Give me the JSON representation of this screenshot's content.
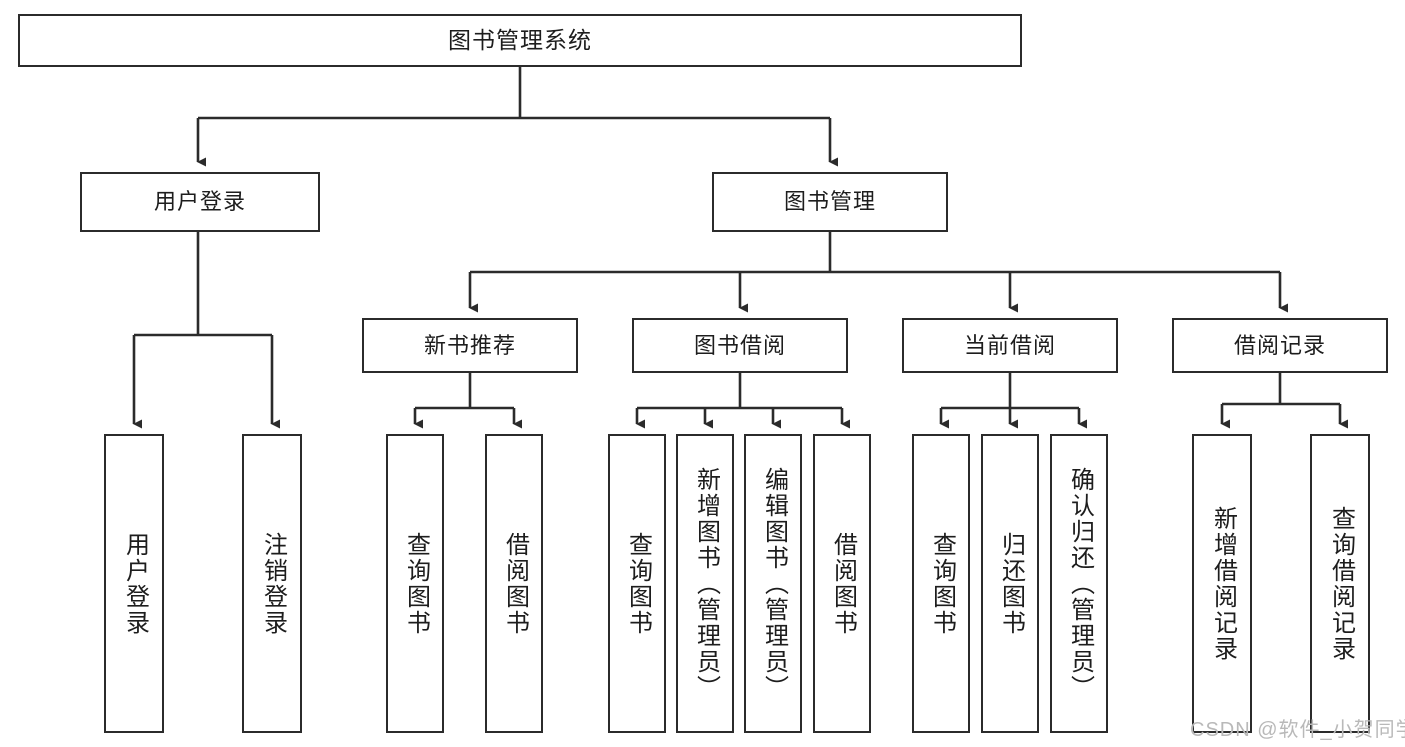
{
  "diagram": {
    "title": "图书管理系统",
    "type": "tree-hierarchy-diagram",
    "colors": {
      "box_border": "#2b2b2b",
      "box_fill": "#ffffff",
      "edge": "#2b2b2b",
      "text": "#1d1d1d",
      "watermark": "#b9b9b9",
      "background": "#ffffff"
    },
    "nodes": {
      "root": {
        "label": "图书管理系统"
      },
      "level2": [
        {
          "id": "user-login",
          "label": "用户登录"
        },
        {
          "id": "book-management",
          "label": "图书管理"
        }
      ],
      "level3": [
        {
          "id": "new-book-recommend",
          "label": "新书推荐"
        },
        {
          "id": "book-borrow",
          "label": "图书借阅"
        },
        {
          "id": "current-borrow",
          "label": "当前借阅"
        },
        {
          "id": "borrow-record",
          "label": "借阅记录"
        }
      ],
      "leaves": [
        {
          "id": "leaf-user-login",
          "label": "用户登录",
          "parent": "user-login"
        },
        {
          "id": "leaf-logout-login",
          "label": "注销登录",
          "parent": "user-login"
        },
        {
          "id": "leaf-query-book-1",
          "label": "查询图书",
          "parent": "new-book-recommend"
        },
        {
          "id": "leaf-borrow-book-1",
          "label": "借阅图书",
          "parent": "new-book-recommend"
        },
        {
          "id": "leaf-query-book-2",
          "label": "查询图书",
          "parent": "book-borrow"
        },
        {
          "id": "leaf-add-book",
          "label": "新增图书（管理员）",
          "parent": "book-borrow"
        },
        {
          "id": "leaf-edit-book",
          "label": "编辑图书（管理员）",
          "parent": "book-borrow"
        },
        {
          "id": "leaf-borrow-book-2",
          "label": "借阅图书",
          "parent": "book-borrow"
        },
        {
          "id": "leaf-query-book-3",
          "label": "查询图书",
          "parent": "current-borrow"
        },
        {
          "id": "leaf-return-book",
          "label": "归还图书",
          "parent": "current-borrow"
        },
        {
          "id": "leaf-confirm-return",
          "label": "确认归还（管理员）",
          "parent": "current-borrow"
        },
        {
          "id": "leaf-add-record",
          "label": "新增借阅记录",
          "parent": "borrow-record"
        },
        {
          "id": "leaf-query-record",
          "label": "查询借阅记录",
          "parent": "borrow-record"
        }
      ]
    },
    "watermark": "CSDN @软件_小贺同学"
  }
}
